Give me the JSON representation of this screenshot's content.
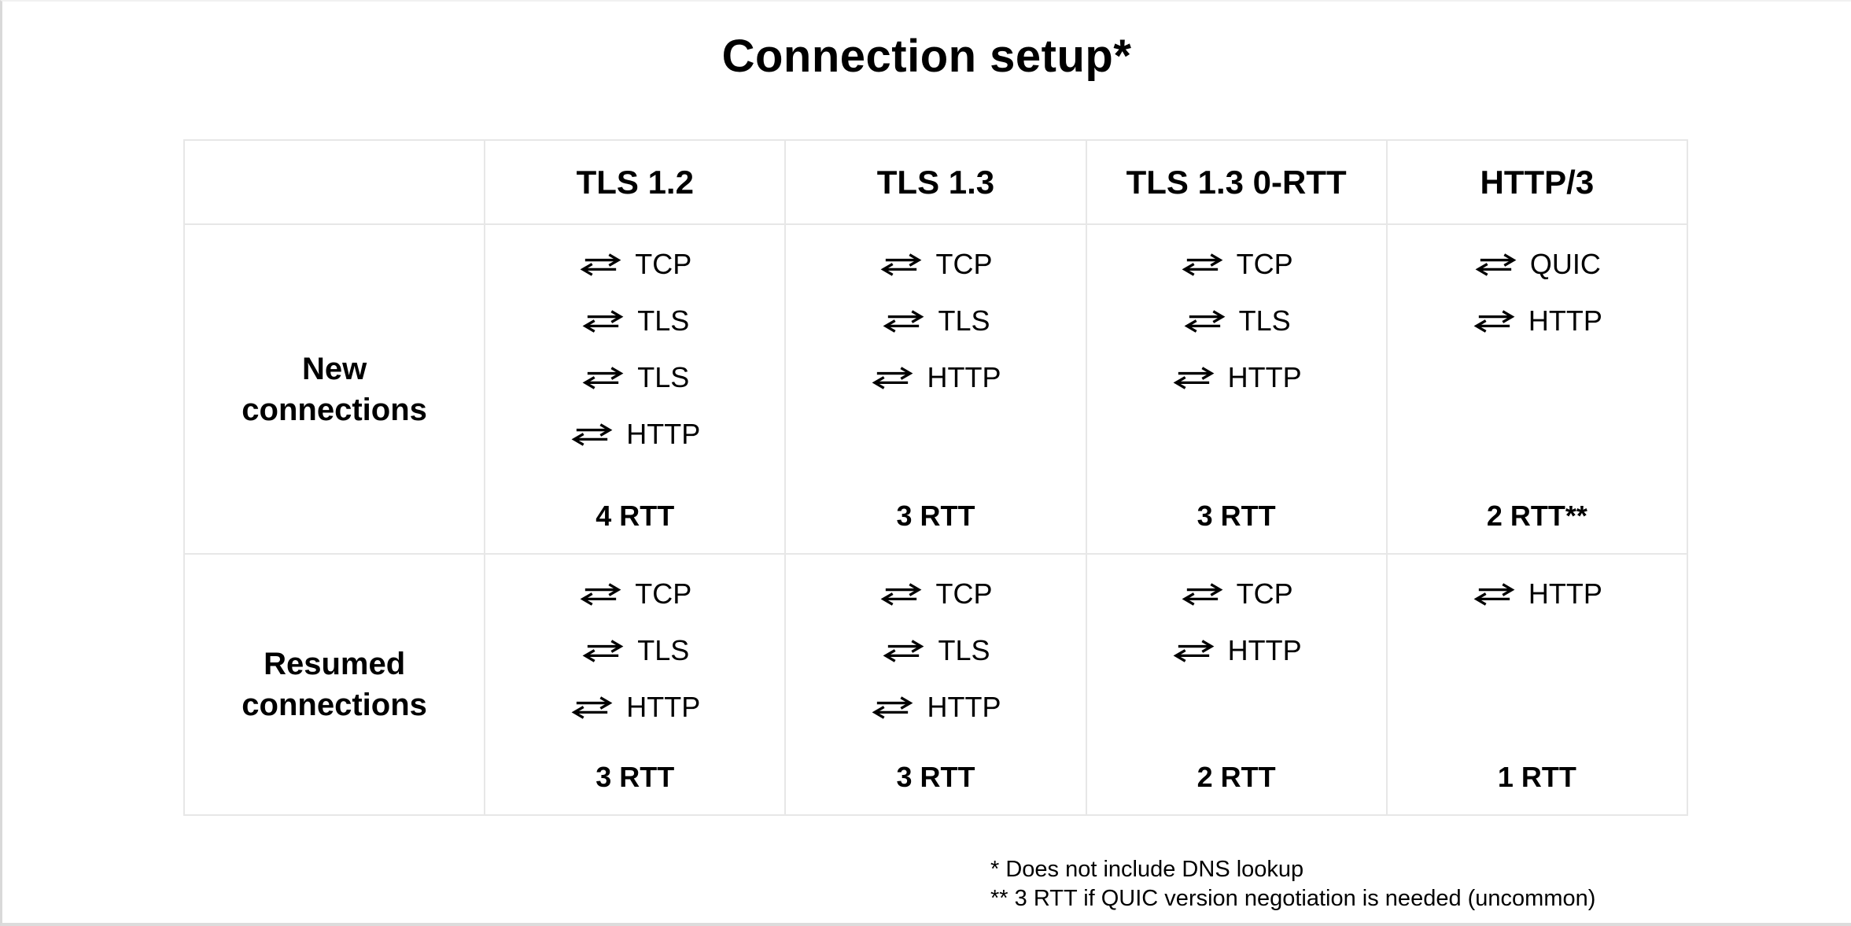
{
  "title": "Connection setup*",
  "table": {
    "column_headers": [
      "TLS 1.2",
      "TLS 1.3",
      "TLS 1.3 0-RTT",
      "HTTP/3"
    ],
    "rows": [
      {
        "label_lines": [
          "New",
          "connections"
        ],
        "cells": [
          {
            "steps": [
              "TCP",
              "TLS",
              "TLS",
              "HTTP"
            ],
            "rtt": "4 RTT"
          },
          {
            "steps": [
              "TCP",
              "TLS",
              "HTTP"
            ],
            "rtt": "3 RTT"
          },
          {
            "steps": [
              "TCP",
              "TLS",
              "HTTP"
            ],
            "rtt": "3 RTT"
          },
          {
            "steps": [
              "QUIC",
              "HTTP"
            ],
            "rtt": "2 RTT**"
          }
        ]
      },
      {
        "label_lines": [
          "Resumed",
          "connections"
        ],
        "cells": [
          {
            "steps": [
              "TCP",
              "TLS",
              "HTTP"
            ],
            "rtt": "3 RTT"
          },
          {
            "steps": [
              "TCP",
              "TLS",
              "HTTP"
            ],
            "rtt": "3 RTT"
          },
          {
            "steps": [
              "TCP",
              "HTTP"
            ],
            "rtt": "2 RTT"
          },
          {
            "steps": [
              "HTTP"
            ],
            "rtt": "1 RTT"
          }
        ]
      }
    ]
  },
  "footnotes": [
    "* Does not include DNS lookup",
    "** 3 RTT if QUIC version negotiation is needed (uncommon)"
  ],
  "icon_names": {
    "step_icon": "round-trip-arrows-icon"
  },
  "colors": {
    "text": "#000000",
    "background": "#ffffff",
    "table_border": "#e7e7e7",
    "page_edge": "#d9d9d9"
  }
}
